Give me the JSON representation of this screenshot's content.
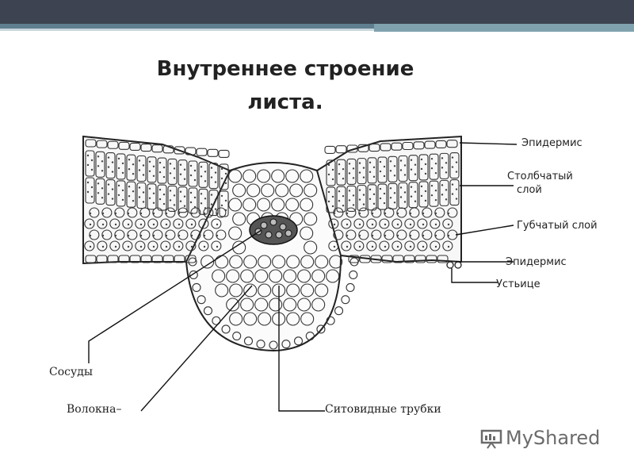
{
  "slide": {
    "title_line1": "Внутреннее строение",
    "title_line2": "листа."
  },
  "labels": {
    "epidermis_top": "Эпидермис",
    "palisade_line1": "Столбчатый",
    "palisade_line2": "слой",
    "spongy": "Губчатый слой",
    "epidermis_bottom": "Эпидермис",
    "stoma": "Устьице",
    "vessels": "Сосуды",
    "fibers": "Волокна–",
    "sieve_tubes": "Ситовидные трубки"
  },
  "logo": {
    "name": "MyShared",
    "icon": "presentation-board-icon"
  },
  "colors": {
    "topbar": "#3d4350",
    "accent": "#7fa2ae"
  }
}
